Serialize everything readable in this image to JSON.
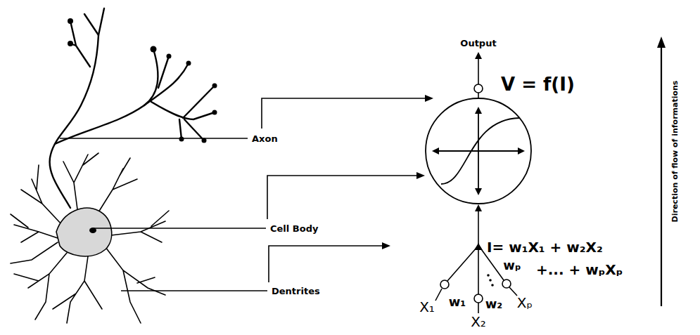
{
  "diagram": {
    "labels": [
      "Output",
      "V = f(I)",
      "Axon",
      "Cell Body",
      "Dentrites",
      "I= w₁X₁ + w₂X₂",
      "+... + wₚXₚ",
      "X₁",
      "w₁",
      "w₂",
      "wₚ",
      "X₂",
      "Xₚ",
      "Direction of flow of informations"
    ]
  }
}
